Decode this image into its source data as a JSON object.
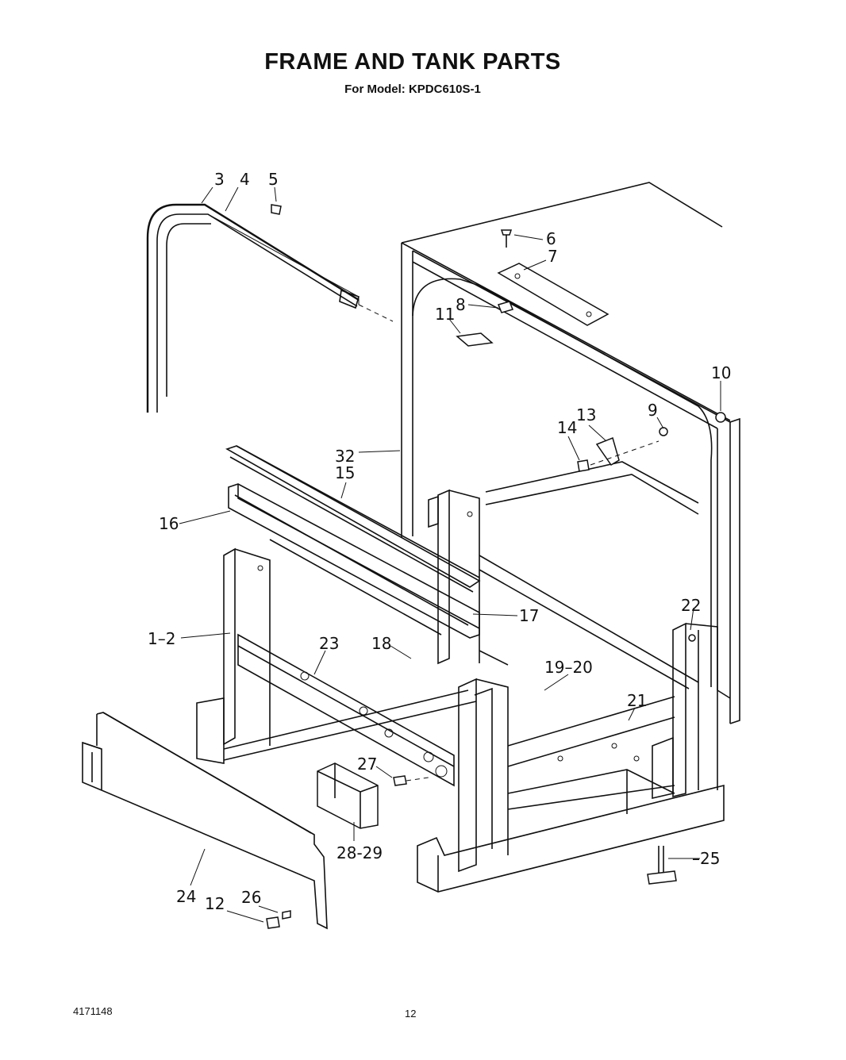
{
  "header": {
    "title": "FRAME AND TANK PARTS",
    "subtitle": "For Model: KPDC610S-1"
  },
  "footer": {
    "doc_number": "4171148",
    "page_number": "12"
  },
  "callouts": {
    "c3": "3",
    "c4": "4",
    "c5": "5",
    "c6": "6",
    "c7": "7",
    "c8": "8",
    "c9": "9",
    "c10": "10",
    "c11": "11",
    "c12": "12",
    "c13": "13",
    "c14": "14",
    "c15": "15",
    "c16": "16",
    "c17": "17",
    "c18": "18",
    "c19_20": "19–20",
    "c21": "21",
    "c22": "22",
    "c23": "23",
    "c24": "24",
    "c25": "–25",
    "c26": "26",
    "c27": "27",
    "c28_29": "28-29",
    "c32": "32",
    "c1_2": "1–2"
  }
}
